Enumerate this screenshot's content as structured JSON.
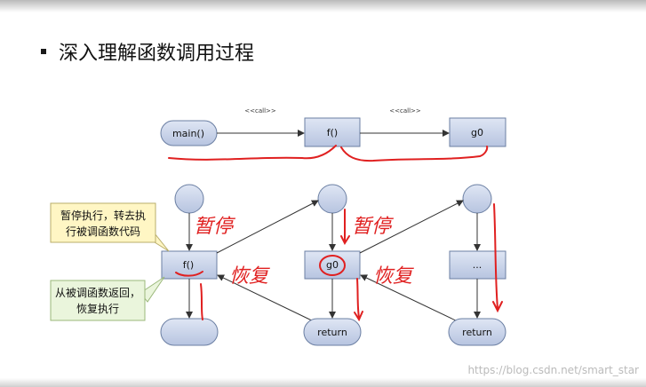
{
  "title": "深入理解函数调用过程",
  "call_stereotype": "<<call>>",
  "nodes": {
    "main": "main()",
    "f_top": "f()",
    "g_top": "g0",
    "f_box": "f()",
    "g_box": "g0",
    "dots_box": "...",
    "return_mid": "return",
    "return_right": "return"
  },
  "notes": {
    "pause_line1": "暂停执行，转去执",
    "pause_line2": "行被调函数代码",
    "resume_line1": "从被调函数返回，",
    "resume_line2": "恢复执行"
  },
  "handwriting": {
    "pause_f": "暂停",
    "resume_f": "恢复",
    "pause_g": "暂停",
    "resume_g": "恢复"
  },
  "colors": {
    "box_fill": "#c5d0e8",
    "box_stroke": "#6b7fa3",
    "note_yellow": "#fff6c4",
    "note_green": "#eaf5dc",
    "handwriting": "#e02020"
  },
  "watermark": "https://blog.csdn.net/smart_star"
}
